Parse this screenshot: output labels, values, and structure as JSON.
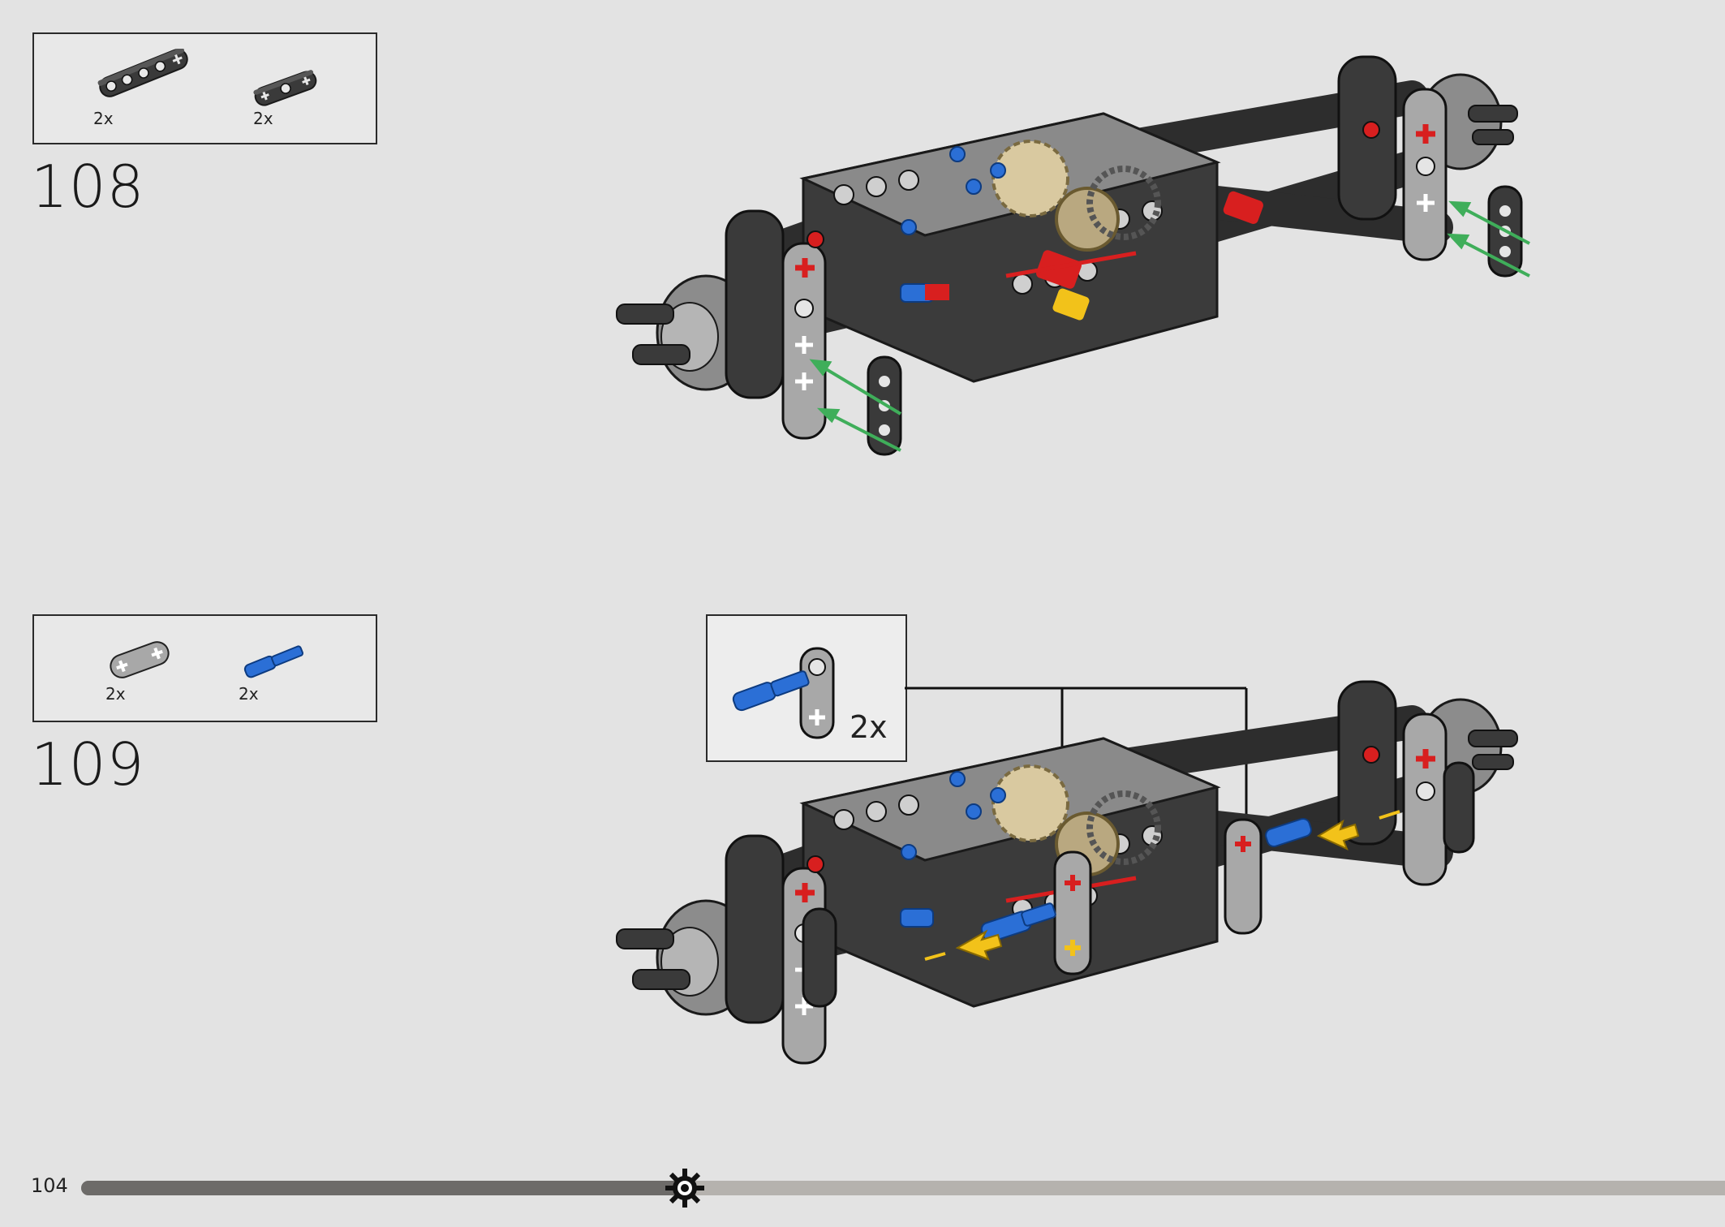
{
  "steps": [
    {
      "number": "108",
      "parts": [
        {
          "icon": "beam-5-dark-icon",
          "quantity": "2x"
        },
        {
          "icon": "beam-3-dark-icon",
          "quantity": "2x"
        }
      ]
    },
    {
      "number": "109",
      "parts": [
        {
          "icon": "beam-2-cross-axle-light-gray-icon",
          "quantity": "2x"
        },
        {
          "icon": "axle-pin-blue-icon",
          "quantity": "2x"
        }
      ],
      "callout": {
        "quantity": "2x"
      }
    }
  ],
  "page": {
    "number": "104",
    "progress": 0.367
  },
  "colors": {
    "background": "#e3e3e3",
    "dark_part": "#3a3a3a",
    "light_gray_part": "#a8a8a8",
    "blue_part": "#2b6fd6",
    "red_part": "#d81f1f",
    "yellow_part": "#f2c21a",
    "tan_gear": "#d9c9a0",
    "green_arrow": "#3fae5a",
    "yellow_arrow": "#f2c21a"
  }
}
